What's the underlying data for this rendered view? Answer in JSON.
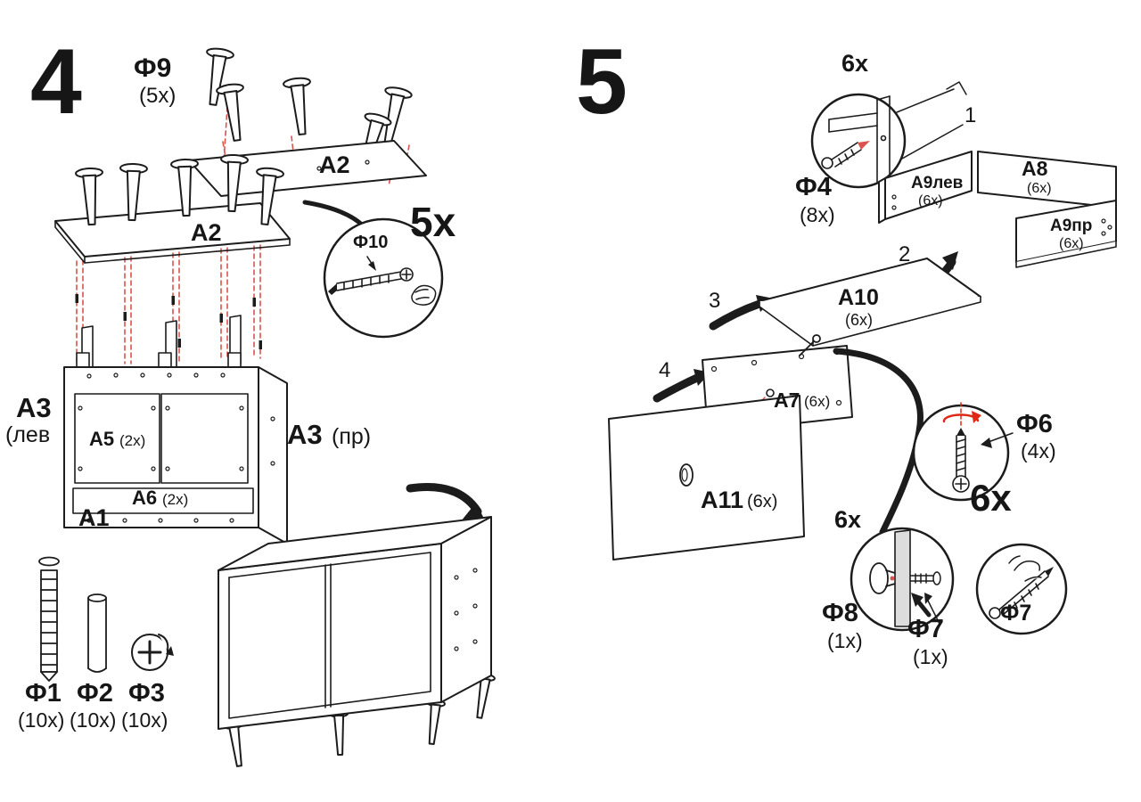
{
  "colors": {
    "line": "#1c1c1c",
    "accent_red": "#d9534f",
    "rotation_red": "#e02817"
  },
  "step4": {
    "number": "4",
    "f9": "Ф9",
    "f9_qty": "(5x)",
    "a2_float": "A2",
    "a2_top": "A2",
    "f10": "Ф10",
    "repeat5x": "5x",
    "a3l": "A3",
    "a3l_sub": "(лев",
    "a3r": "A3",
    "a3r_sub": "(пр)",
    "a5": "A5",
    "a5_qty": "(2x)",
    "a6": "A6",
    "a6_qty": "(2x)",
    "a1": "A1",
    "f1": "Ф1",
    "f1_qty": "(10x)",
    "f2": "Ф2",
    "f2_qty": "(10x)",
    "f3": "Ф3",
    "f3_qty": "(10x)"
  },
  "step5": {
    "number": "5",
    "qty6_top": "6x",
    "f4": "Ф4",
    "f4_qty": "(8x)",
    "n1": "1",
    "n2": "2",
    "n3": "3",
    "n4": "4",
    "a9lev": "A9лев",
    "a9lev_qty": "(6x)",
    "a8": "A8",
    "a8_qty": "(6x)",
    "a9pr": "A9пр",
    "a9pr_qty": "(6x)",
    "a10": "A10",
    "a10_qty": "(6x)",
    "a7": "A7",
    "a7_qty": "(6x)",
    "a11": "A11",
    "a11_qty": "(6x)",
    "f6": "Ф6",
    "f6_qty": "(4x)",
    "qty6_mid": "6x",
    "qty6_bottom": "6x",
    "f8": "Ф8",
    "f8_qty": "(1x)",
    "f7": "Ф7",
    "f7_qty": "(1x)",
    "f7_circle": "Ф7"
  }
}
